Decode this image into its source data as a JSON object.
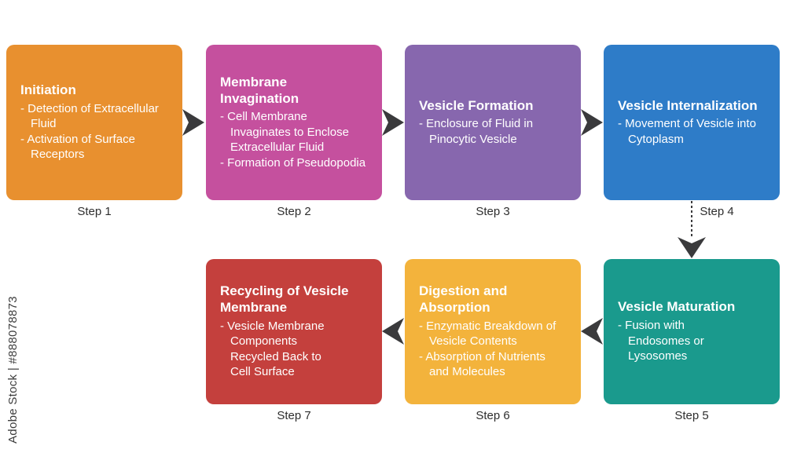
{
  "watermark": "Adobe Stock | #888078873",
  "colors": {
    "arrow": "#3a3a3c",
    "step_label": "#2e2e2e",
    "background": "#ffffff"
  },
  "steps": [
    {
      "label": "Step 1",
      "title": "Initiation",
      "color": "#E8902F",
      "bullets": [
        "- Detection of Extracellular Fluid",
        "- Activation of Surface Receptors"
      ]
    },
    {
      "label": "Step 2",
      "title": "Membrane Invagination",
      "color": "#C5509E",
      "bullets": [
        "- Cell Membrane Invaginates to Enclose Extracellular Fluid",
        "- Formation of Pseudopodia"
      ]
    },
    {
      "label": "Step 3",
      "title": "Vesicle Formation",
      "color": "#8767AE",
      "bullets": [
        "- Enclosure of Fluid in Pinocytic Vesicle"
      ]
    },
    {
      "label": "Step 4",
      "title": "Vesicle Internalization",
      "color": "#2E7CC8",
      "bullets": [
        "- Movement of Vesicle into Cytoplasm"
      ]
    },
    {
      "label": "Step 5",
      "title": "Vesicle Maturation",
      "color": "#1A9A8D",
      "bullets": [
        "- Fusion with Endosomes or Lysosomes"
      ]
    },
    {
      "label": "Step 6",
      "title": "Digestion and Absorption",
      "color": "#F3B33C",
      "bullets": [
        "- Enzymatic Breakdown of Vesicle Contents",
        "- Absorption of Nutrients and Molecules"
      ]
    },
    {
      "label": "Step 7",
      "title": "Recycling of Vesicle Membrane",
      "color": "#C4403D",
      "bullets": [
        "- Vesicle Membrane Components Recycled Back to Cell Surface"
      ]
    }
  ]
}
